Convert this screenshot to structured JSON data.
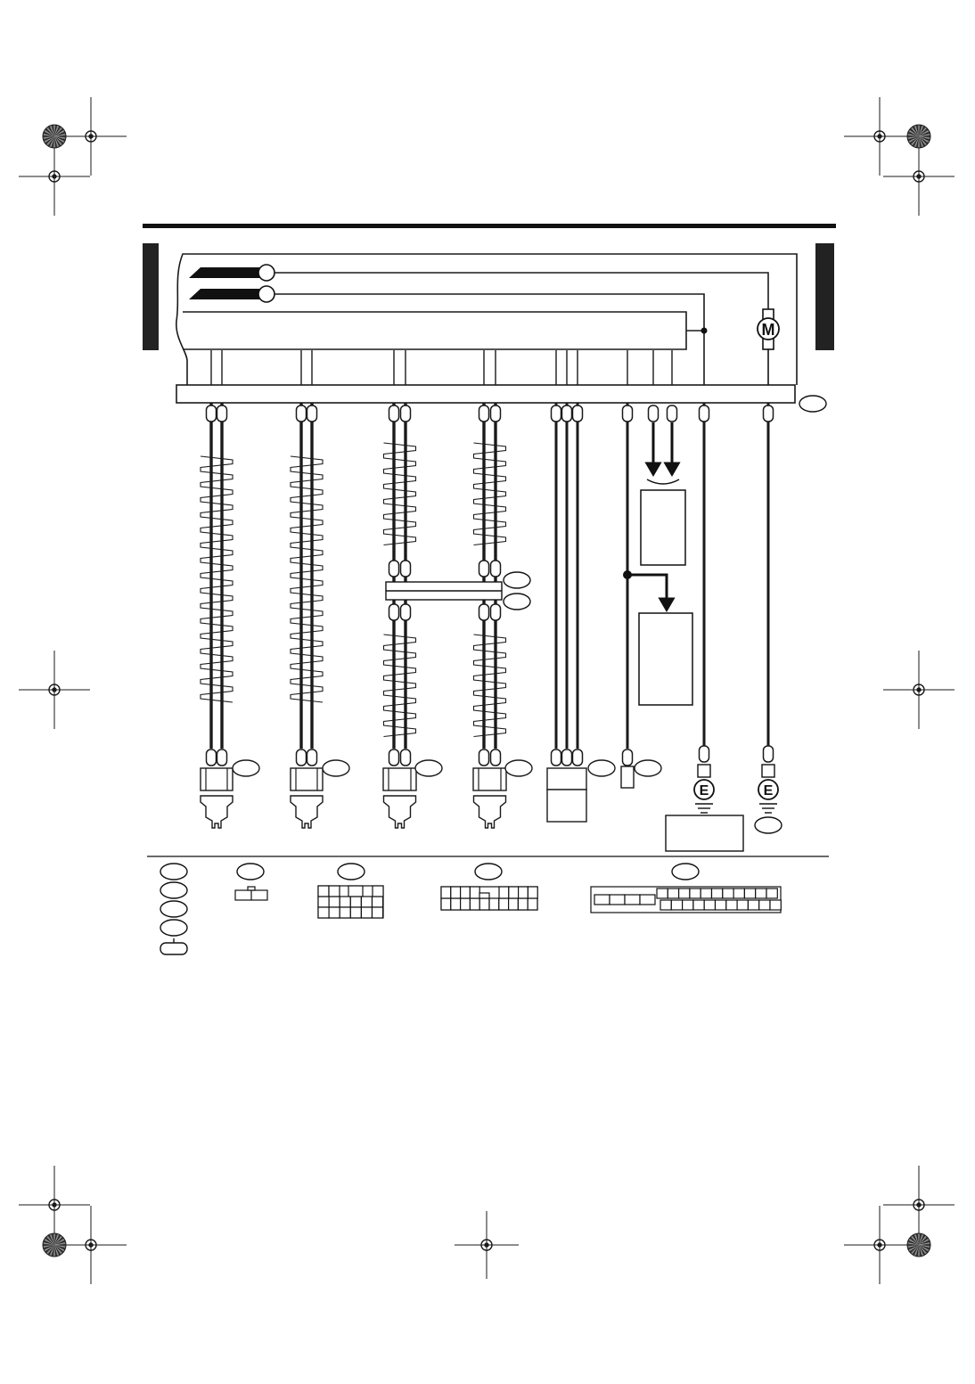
{
  "symbols": {
    "motor": "M",
    "ground_left": "E",
    "ground_right": "E"
  },
  "colors": {
    "ink": "#1a1a1a",
    "paper": "#ffffff",
    "side_tab": "#222222"
  },
  "icons": {
    "registration_mark": "crosshair-registration-icon",
    "color_wheel": "radial-color-wheel-icon",
    "motor": "motor-icon",
    "ground": "ground-icon",
    "sensor": "sensor-icon"
  }
}
